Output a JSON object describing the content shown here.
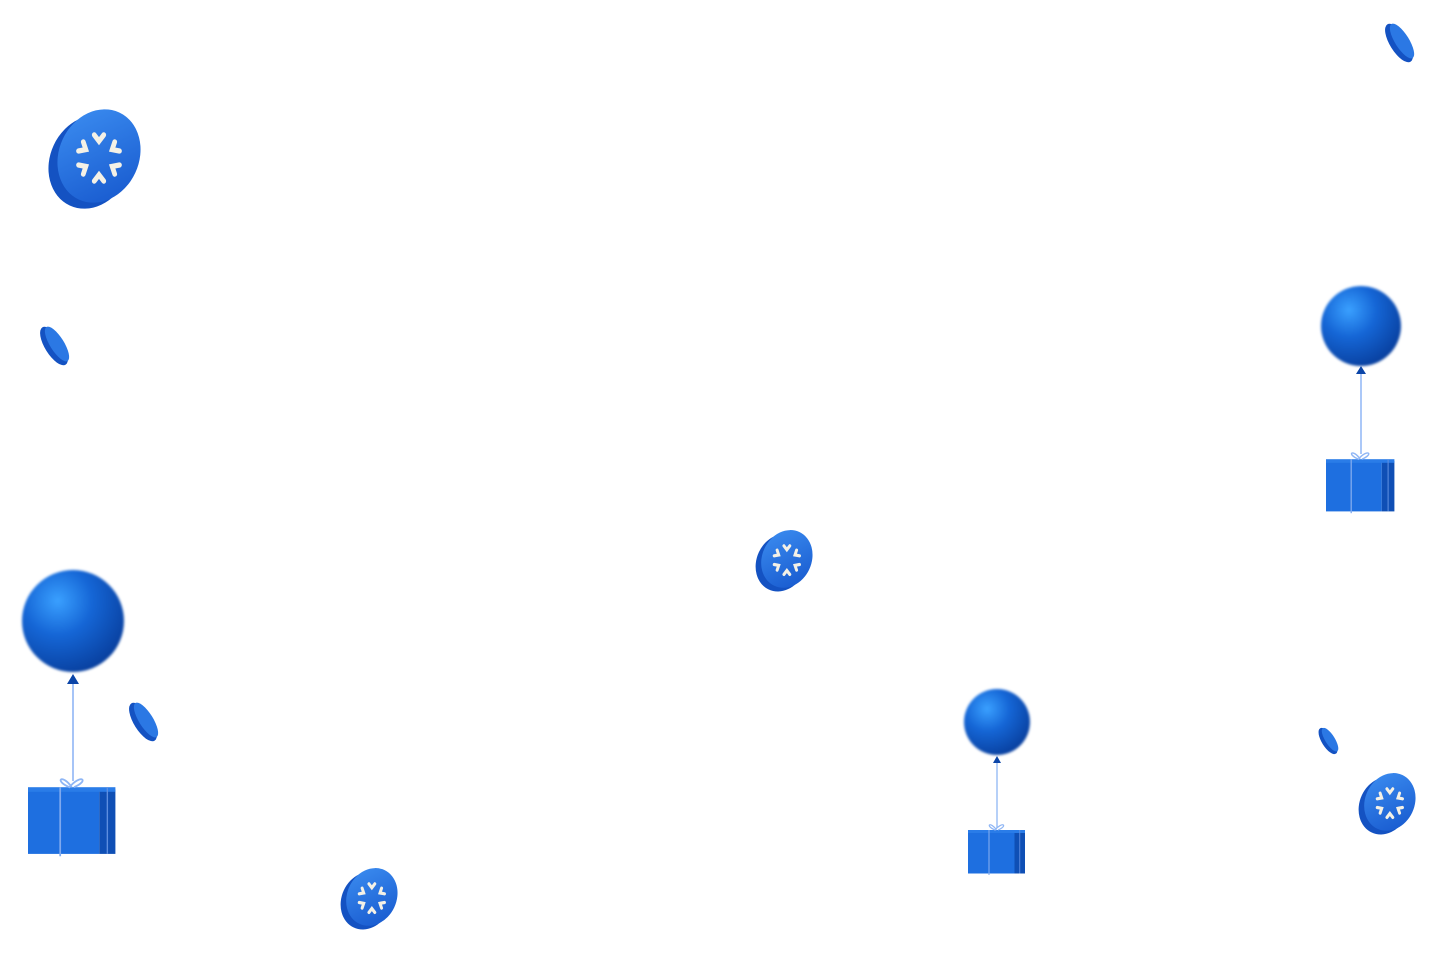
{
  "theme": {
    "background": "#ffffff",
    "primary_blue": "#1a66dc",
    "dark_blue": "#0b45a8",
    "light_blue": "#3d8ff2",
    "string_color": "#8fb6f5",
    "spark_color": "#f4f1e6"
  },
  "decorations": {
    "coins_with_spark": 4,
    "coin_slivers": 4,
    "balloons_with_gifts": 3
  }
}
